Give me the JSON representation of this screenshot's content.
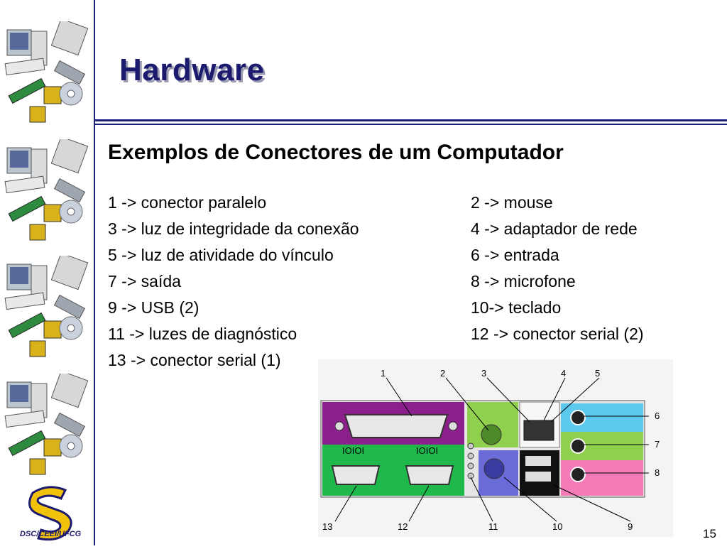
{
  "slide": {
    "title": "Hardware",
    "subtitle": "Exemplos de Conectores de um Computador",
    "page_number": "15",
    "logo_text": "DSC/CEEI/UFCG"
  },
  "items": [
    {
      "left": "1 -> conector paralelo",
      "right": "2 -> mouse"
    },
    {
      "left": "3 -> luz de integridade da conexão",
      "right": "4 -> adaptador de rede"
    },
    {
      "left": "5 -> luz de atividade do vínculo",
      "right": "6 -> entrada"
    },
    {
      "left": "7 -> saída",
      "right": "8 -> microfone"
    },
    {
      "left": "9 -> USB (2)",
      "right": "10-> teclado"
    },
    {
      "left": "11 -> luzes de diagnóstico",
      "right": "12 -> conector serial (2)"
    },
    {
      "left": "13 -> conector serial (1)",
      "right": ""
    }
  ],
  "panel": {
    "callouts": [
      "1",
      "2",
      "3",
      "4",
      "5",
      "6",
      "7",
      "8",
      "9",
      "10",
      "11",
      "12",
      "13"
    ],
    "port_text": {
      "serial_a": "IOIOI",
      "serial_b": "IOIOI"
    },
    "colors": {
      "parallel": "#8b1f8b",
      "serial": "#1fb84b",
      "mouse": "#8fd14f",
      "keyboard": "#6a6ad9",
      "line_in": "#5bc8ee",
      "line_out": "#8fd14f",
      "mic": "#f47ab8",
      "network": "#ffffff",
      "usb": "#111111"
    }
  }
}
